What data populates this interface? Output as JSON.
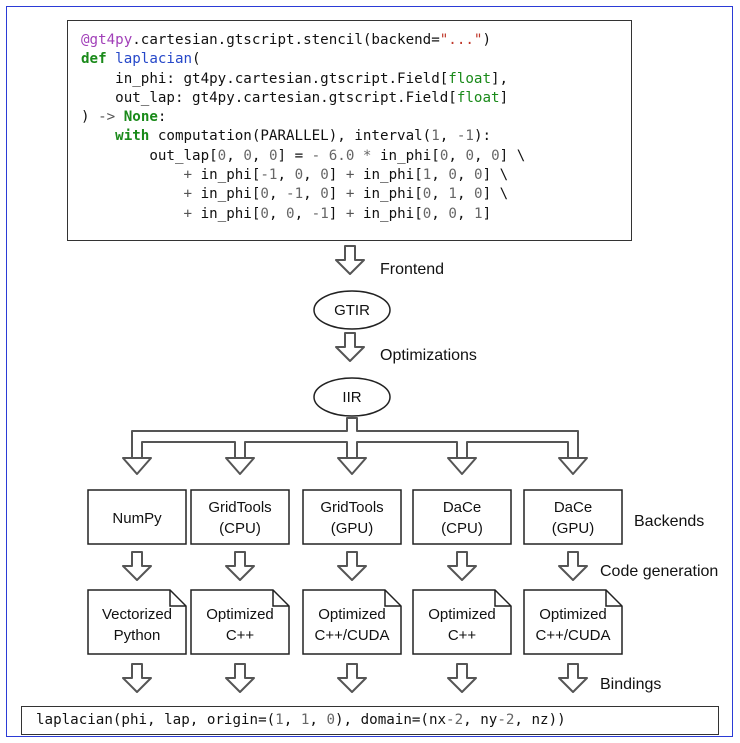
{
  "code": {
    "lines": [
      [
        {
          "t": "@gt4py",
          "c": "dec"
        },
        {
          "t": ".cartesian.gtscript.stencil(backend=",
          "c": ""
        },
        {
          "t": "\"...\"",
          "c": "str"
        },
        {
          "t": ")",
          "c": ""
        }
      ],
      [
        {
          "t": "def ",
          "c": "kw"
        },
        {
          "t": "laplacian",
          "c": "fn"
        },
        {
          "t": "(",
          "c": ""
        }
      ],
      [
        {
          "t": "    in_phi: gt4py.cartesian.gtscript.Field[",
          "c": ""
        },
        {
          "t": "float",
          "c": "ty"
        },
        {
          "t": "],",
          "c": ""
        }
      ],
      [
        {
          "t": "    out_lap: gt4py.cartesian.gtscript.Field[",
          "c": ""
        },
        {
          "t": "float",
          "c": "ty"
        },
        {
          "t": "]",
          "c": ""
        }
      ],
      [
        {
          "t": ") ",
          "c": ""
        },
        {
          "t": "->",
          "c": "op"
        },
        {
          "t": " ",
          "c": ""
        },
        {
          "t": "None",
          "c": "kw"
        },
        {
          "t": ":",
          "c": ""
        }
      ],
      [
        {
          "t": "    ",
          "c": ""
        },
        {
          "t": "with",
          "c": "kw"
        },
        {
          "t": " computation(PARALLEL), interval(",
          "c": ""
        },
        {
          "t": "1",
          "c": "num"
        },
        {
          "t": ", ",
          "c": ""
        },
        {
          "t": "-1",
          "c": "num"
        },
        {
          "t": "):",
          "c": ""
        }
      ],
      [
        {
          "t": "        out_lap[",
          "c": ""
        },
        {
          "t": "0",
          "c": "num"
        },
        {
          "t": ", ",
          "c": ""
        },
        {
          "t": "0",
          "c": "num"
        },
        {
          "t": ", ",
          "c": ""
        },
        {
          "t": "0",
          "c": "num"
        },
        {
          "t": "] = ",
          "c": ""
        },
        {
          "t": "- 6.0 *",
          "c": "num"
        },
        {
          "t": " in_phi[",
          "c": ""
        },
        {
          "t": "0",
          "c": "num"
        },
        {
          "t": ", ",
          "c": ""
        },
        {
          "t": "0",
          "c": "num"
        },
        {
          "t": ", ",
          "c": ""
        },
        {
          "t": "0",
          "c": "num"
        },
        {
          "t": "] \\",
          "c": ""
        }
      ],
      [
        {
          "t": "            ",
          "c": ""
        },
        {
          "t": "+",
          "c": "op"
        },
        {
          "t": " in_phi[",
          "c": ""
        },
        {
          "t": "-1",
          "c": "num"
        },
        {
          "t": ", ",
          "c": ""
        },
        {
          "t": "0",
          "c": "num"
        },
        {
          "t": ", ",
          "c": ""
        },
        {
          "t": "0",
          "c": "num"
        },
        {
          "t": "] ",
          "c": ""
        },
        {
          "t": "+",
          "c": "op"
        },
        {
          "t": " in_phi[",
          "c": ""
        },
        {
          "t": "1",
          "c": "num"
        },
        {
          "t": ", ",
          "c": ""
        },
        {
          "t": "0",
          "c": "num"
        },
        {
          "t": ", ",
          "c": ""
        },
        {
          "t": "0",
          "c": "num"
        },
        {
          "t": "] \\",
          "c": ""
        }
      ],
      [
        {
          "t": "            ",
          "c": ""
        },
        {
          "t": "+",
          "c": "op"
        },
        {
          "t": " in_phi[",
          "c": ""
        },
        {
          "t": "0",
          "c": "num"
        },
        {
          "t": ", ",
          "c": ""
        },
        {
          "t": "-1",
          "c": "num"
        },
        {
          "t": ", ",
          "c": ""
        },
        {
          "t": "0",
          "c": "num"
        },
        {
          "t": "] ",
          "c": ""
        },
        {
          "t": "+",
          "c": "op"
        },
        {
          "t": " in_phi[",
          "c": ""
        },
        {
          "t": "0",
          "c": "num"
        },
        {
          "t": ", ",
          "c": ""
        },
        {
          "t": "1",
          "c": "num"
        },
        {
          "t": ", ",
          "c": ""
        },
        {
          "t": "0",
          "c": "num"
        },
        {
          "t": "] \\",
          "c": ""
        }
      ],
      [
        {
          "t": "            ",
          "c": ""
        },
        {
          "t": "+",
          "c": "op"
        },
        {
          "t": " in_phi[",
          "c": ""
        },
        {
          "t": "0",
          "c": "num"
        },
        {
          "t": ", ",
          "c": ""
        },
        {
          "t": "0",
          "c": "num"
        },
        {
          "t": ", ",
          "c": ""
        },
        {
          "t": "-1",
          "c": "num"
        },
        {
          "t": "] ",
          "c": ""
        },
        {
          "t": "+",
          "c": "op"
        },
        {
          "t": " in_phi[",
          "c": ""
        },
        {
          "t": "0",
          "c": "num"
        },
        {
          "t": ", ",
          "c": ""
        },
        {
          "t": "0",
          "c": "num"
        },
        {
          "t": ", ",
          "c": ""
        },
        {
          "t": "1",
          "c": "num"
        },
        {
          "t": "]",
          "c": ""
        }
      ]
    ]
  },
  "stages": {
    "frontend": "Frontend",
    "gtir": "GTIR",
    "optimizations": "Optimizations",
    "iir": "IIR",
    "backends": "Backends",
    "code_generation": "Code generation",
    "bindings": "Bindings"
  },
  "backends": [
    {
      "line1": "NumPy",
      "line2": ""
    },
    {
      "line1": "GridTools",
      "line2": "(CPU)"
    },
    {
      "line1": "GridTools",
      "line2": "(GPU)"
    },
    {
      "line1": "DaCe",
      "line2": "(CPU)"
    },
    {
      "line1": "DaCe",
      "line2": "(GPU)"
    }
  ],
  "generated": [
    {
      "line1": "Vectorized",
      "line2": "Python"
    },
    {
      "line1": "Optimized",
      "line2": "C++"
    },
    {
      "line1": "Optimized",
      "line2": "C++/CUDA"
    },
    {
      "line1": "Optimized",
      "line2": "C++"
    },
    {
      "line1": "Optimized",
      "line2": "C++/CUDA"
    }
  ],
  "call": [
    {
      "t": "laplacian(phi, lap, origin=(",
      "c": ""
    },
    {
      "t": "1",
      "c": "num"
    },
    {
      "t": ", ",
      "c": ""
    },
    {
      "t": "1",
      "c": "num"
    },
    {
      "t": ", ",
      "c": ""
    },
    {
      "t": "0",
      "c": "num"
    },
    {
      "t": "), domain=(nx",
      "c": ""
    },
    {
      "t": "-2",
      "c": "num"
    },
    {
      "t": ", ny",
      "c": ""
    },
    {
      "t": "-2",
      "c": "num"
    },
    {
      "t": ", nz))",
      "c": ""
    }
  ],
  "colors": {
    "frame": "#2b3bd6",
    "decorator": "#a13fb8",
    "keyword": "#1a8a1a",
    "function": "#2648c9",
    "string": "#c0392b"
  }
}
